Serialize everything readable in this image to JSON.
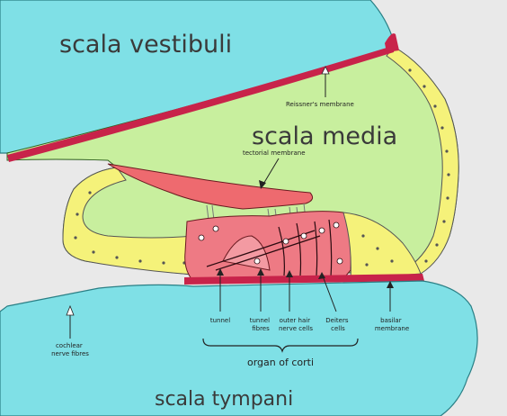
{
  "diagram": {
    "regions": {
      "scala_vestibuli": "scala vestibuli",
      "scala_media": "scala media",
      "scala_tympani": "scala tympani"
    },
    "labels": {
      "reissners_membrane": "Reissner's membrane",
      "tectorial_membrane": "tectorial membrane",
      "cochlear_nerve_fibres": [
        "cochlear",
        "nerve fibres"
      ],
      "tunnel": "tunnel",
      "tunnel_fibres": [
        "tunnel",
        "fibres"
      ],
      "outer_hair_nerve_cells": [
        "outer hair",
        "nerve cells"
      ],
      "deiters_cells": [
        "Deiters",
        "cells"
      ],
      "basilar_membrane": [
        "basilar",
        "membrane"
      ],
      "organ_of_corti": "organ of corti"
    },
    "colors": {
      "fluid_blue": "#7fe0e6",
      "endolymph_green": "#c8ef9e",
      "membrane_red": "#c8234a",
      "organ_pink": "#ee7a84",
      "cell_yellow": "#f5f27a",
      "background_gray": "#e9e9e9"
    }
  }
}
